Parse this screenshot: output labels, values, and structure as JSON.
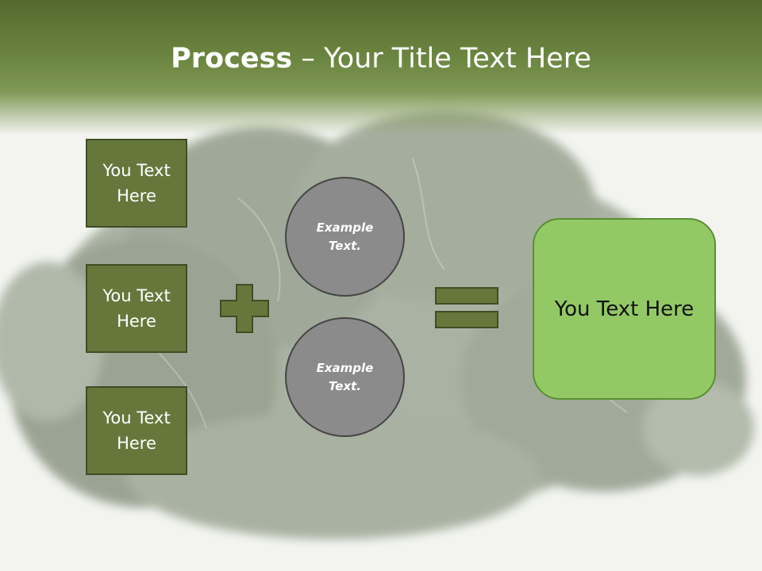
{
  "slide": {
    "title_bold": "Process",
    "title_rest": " – Your Title Text Here"
  },
  "inputs": [
    {
      "label": "You Text Here"
    },
    {
      "label": "You Text Here"
    },
    {
      "label": "You Text Here"
    }
  ],
  "circles": [
    {
      "label": "Example Text."
    },
    {
      "label": "Example Text."
    }
  ],
  "result": {
    "label": "You Text Here"
  },
  "colors": {
    "header": "#6c8741",
    "box_fill": "#66773c",
    "circle_fill": "#8b8b8b",
    "result_fill": "#92c964"
  },
  "icons": {
    "operator_1": "plus-icon",
    "operator_2": "equals-icon"
  }
}
